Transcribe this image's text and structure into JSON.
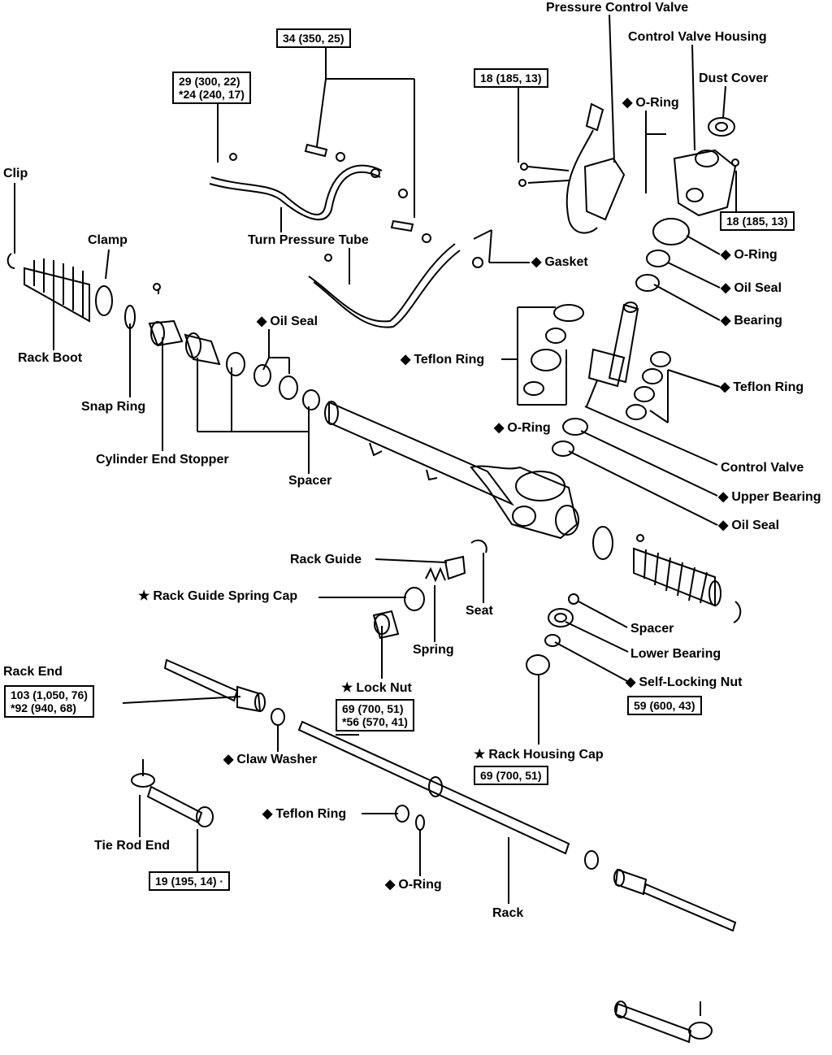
{
  "marks": {
    "diamond": "◆",
    "star": "★"
  },
  "labels": {
    "pressure_control_valve": "Pressure Control Valve",
    "control_valve_housing": "Control Valve Housing",
    "dust_cover": "Dust Cover",
    "o_ring_top": "O-Ring",
    "clip_left": "Clip",
    "clamp": "Clamp",
    "turn_pressure_tube": "Turn Pressure Tube",
    "gasket": "Gasket",
    "o_ring_right": "O-Ring",
    "oil_seal_right": "Oil Seal",
    "bearing": "Bearing",
    "rack_boot": "Rack Boot",
    "oil_seal_mid": "Oil Seal",
    "teflon_ring_mid": "Teflon Ring",
    "teflon_ring_right": "Teflon Ring",
    "snap_ring": "Snap Ring",
    "o_ring_mid": "O-Ring",
    "cylinder_end_stopper": "Cylinder End Stopper",
    "control_valve": "Control Valve",
    "spacer_mid": "Spacer",
    "upper_bearing": "Upper Bearing",
    "oil_seal_lower": "Oil Seal",
    "rack_guide": "Rack Guide",
    "rack_guide_spring_cap": "Rack Guide Spring Cap",
    "seat": "Seat",
    "spacer_lower": "Spacer",
    "spring": "Spring",
    "lower_bearing": "Lower Bearing",
    "rack_end": "Rack End",
    "lock_nut": "Lock Nut",
    "self_locking_nut": "Self-Locking Nut",
    "claw_washer": "Claw Washer",
    "rack_housing_cap": "Rack Housing Cap",
    "teflon_ring_lower": "Teflon Ring",
    "tie_rod_end": "Tie Rod End",
    "o_ring_lower": "O-Ring",
    "rack": "Rack"
  },
  "torque": {
    "t_34": "34 (350, 25)",
    "t_29_a": "29 (300, 22)",
    "t_29_b": "*24 (240, 17)",
    "t_18_top": "18 (185, 13)",
    "t_18_right": "18 (185, 13)",
    "t_103_a": "103 (1,050, 76)",
    "t_103_b": "*92 (940, 68)",
    "t_69_lock_a": "69 (700, 51)",
    "t_69_lock_b": "*56 (570, 41)",
    "t_59": "59 (600, 43)",
    "t_69_cap": "69 (700, 51)",
    "t_19": "19 (195, 14) ·"
  }
}
